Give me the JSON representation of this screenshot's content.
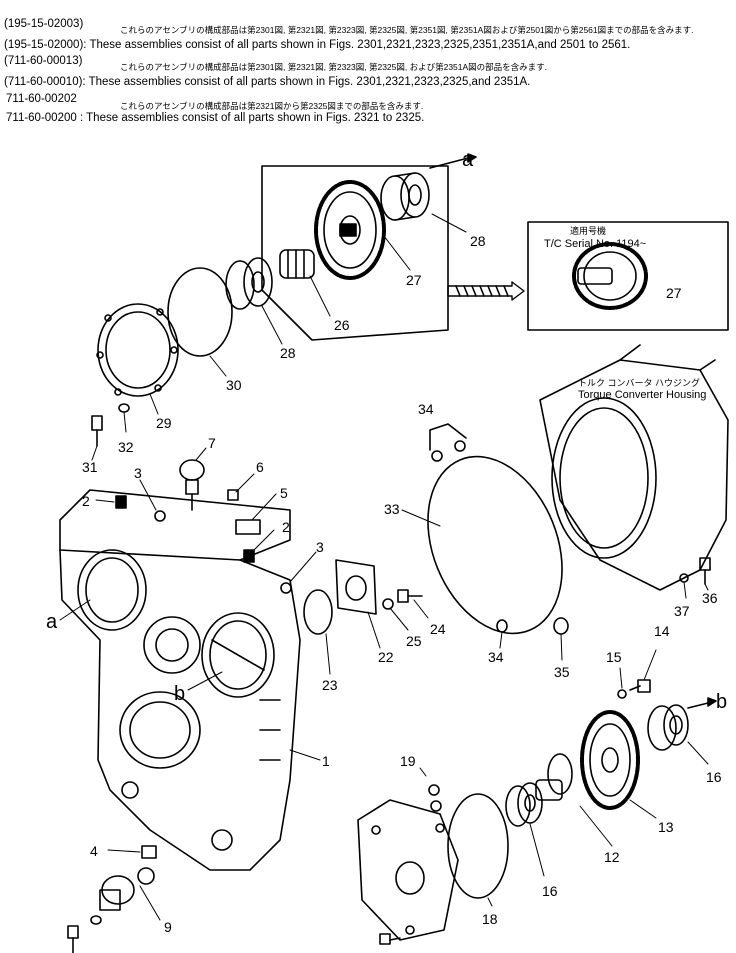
{
  "header": {
    "lines": [
      {
        "code": "(195-15-02003)",
        "text": ""
      },
      {
        "code": "",
        "text": "これらのアセンブリの構成部品は第2301図, 第2321図, 第2323図, 第2325図, 第2351図, 第2351A図および第2501図から第2561図までの部品を含みます."
      },
      {
        "code": "(195-15-02000):",
        "text": "These assemblies consist of all parts shown in Figs. 2301,2321,2323,2325,2351,2351A,and 2501 to 2561."
      },
      {
        "code": "(711-60-00013)",
        "text": ""
      },
      {
        "code": "",
        "text": "これらのアセンブリの構成部品は第2301図, 第2321図, 第2323図, 第2325図, および第2351A図の部品を含みます."
      },
      {
        "code": "(711-60-00010):",
        "text": "These assemblies consist of all parts shown in Figs. 2301,2321,2323,2325,and 2351A."
      },
      {
        "code": "711-60-00202",
        "text": ""
      },
      {
        "code": "",
        "text": "これらのアセンブリの構成部品は第2321図から第2325図までの部品を含みます."
      },
      {
        "code": "711-60-00200 :",
        "text": "These assemblies consist of all parts shown in Figs. 2321 to 2325."
      }
    ]
  },
  "diagram": {
    "inset_label_jp": "適用号機",
    "inset_label_en": "T/C Serial No. 1194~",
    "housing_label_jp": "トルク コンバータ ハウジング",
    "housing_label_en": "Torque Converter Housing",
    "ref_a": "a",
    "ref_b": "b",
    "callouts": {
      "c1": "1",
      "c2a": "2",
      "c2b": "2",
      "c3a": "3",
      "c3b": "3",
      "c4": "4",
      "c5": "5",
      "c6": "6",
      "c7": "7",
      "c9": "9",
      "c12": "12",
      "c13": "13",
      "c14": "14",
      "c15": "15",
      "c16a": "16",
      "c16b": "16",
      "c18": "18",
      "c19": "19",
      "c22": "22",
      "c23": "23",
      "c24": "24",
      "c25": "25",
      "c26": "26",
      "c27a": "27",
      "c27b": "27",
      "c28a": "28",
      "c28b": "28",
      "c29": "29",
      "c30": "30",
      "c31": "31",
      "c32": "32",
      "c33": "33",
      "c34a": "34",
      "c34b": "34",
      "c35": "35",
      "c36": "36",
      "c37": "37"
    }
  }
}
